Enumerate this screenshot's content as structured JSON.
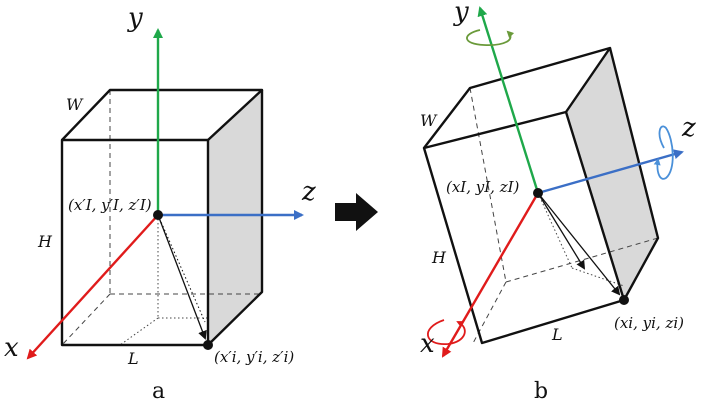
{
  "panel_a": {
    "caption": "a",
    "axes": {
      "x": "x",
      "y": "y",
      "z": "z"
    },
    "dims": {
      "W": "W",
      "H": "H",
      "L": "L"
    },
    "origin_label": "(x′I, y′I, z′I)",
    "vertex_label": "(x′i, y′i, z′i)"
  },
  "panel_b": {
    "caption": "b",
    "axes": {
      "x": "x",
      "y": "y",
      "z": "z"
    },
    "dims": {
      "W": "W",
      "H": "H",
      "L": "L"
    },
    "origin_label": "(xI, yI, zI)",
    "vertex_label": "(xi, yi, zi)"
  },
  "colors": {
    "x_axis": "#e01b1b",
    "y_axis": "#1fa84a",
    "z_axis": "#3b6fc6",
    "shaded_face": "#d9d9d9",
    "edge": "#111111",
    "rotation_x": "#e01b1b",
    "rotation_y": "#6a9a3a",
    "rotation_z": "#4a90d9"
  },
  "transition_icon": "right-arrow-icon"
}
